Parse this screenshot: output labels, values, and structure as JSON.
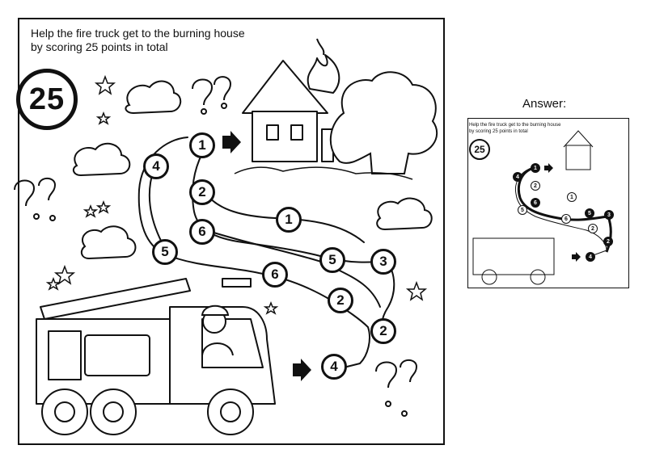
{
  "puzzle": {
    "instructions": "Help the fire truck get to the burning house\nby scoring 25 points in total",
    "target": "25",
    "nodes": [
      {
        "id": "n1",
        "value": "1"
      },
      {
        "id": "n2",
        "value": "4"
      },
      {
        "id": "n3",
        "value": "2"
      },
      {
        "id": "n4",
        "value": "6"
      },
      {
        "id": "n5",
        "value": "1"
      },
      {
        "id": "n6",
        "value": "5"
      },
      {
        "id": "n7",
        "value": "6"
      },
      {
        "id": "n8",
        "value": "5"
      },
      {
        "id": "n9",
        "value": "3"
      },
      {
        "id": "n10",
        "value": "2"
      },
      {
        "id": "n11",
        "value": "2"
      },
      {
        "id": "n12",
        "value": "4"
      }
    ]
  },
  "answer": {
    "title": "Answer:",
    "instructions": "Help the fire truck get to the burning house\nby scoring 25 points in total",
    "target": "25"
  },
  "colors": {
    "ink": "#111111",
    "paper": "#ffffff"
  },
  "icons": [
    "fire-truck-icon",
    "burning-house-icon",
    "tree-icon",
    "cloud-icon",
    "star-icon",
    "question-mark-icon",
    "arrow-right-icon",
    "firefighter-icon"
  ]
}
